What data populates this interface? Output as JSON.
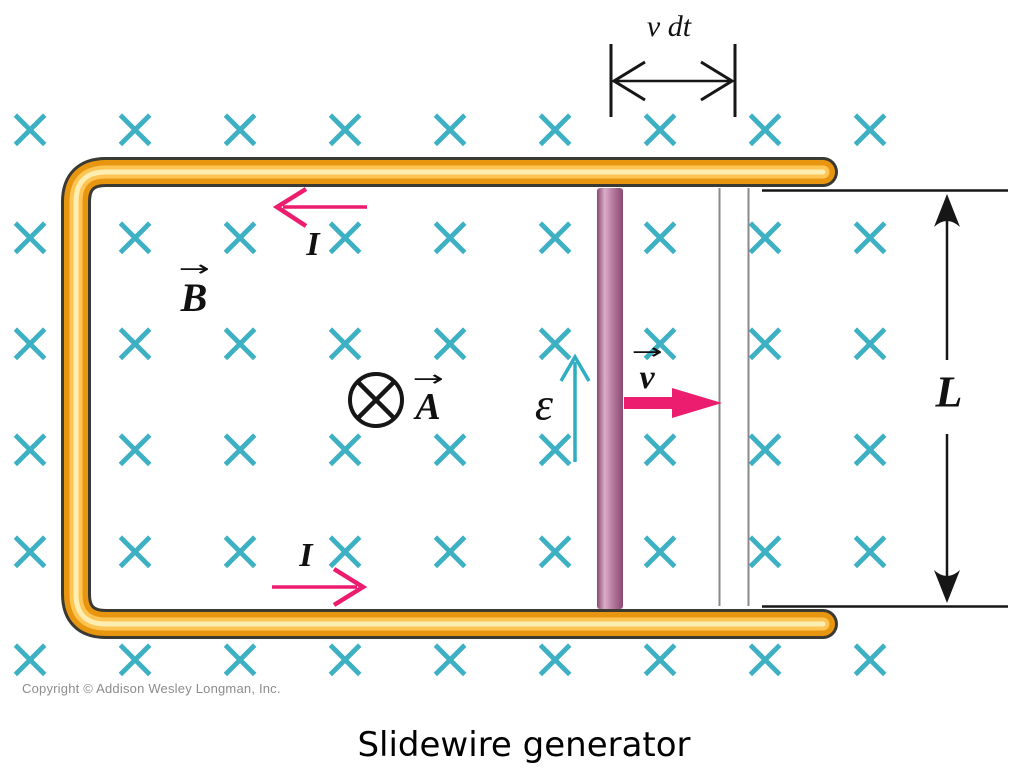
{
  "figure": {
    "caption": "Slidewire generator",
    "copyright": "Copyright © Addison Wesley Longman, Inc."
  },
  "labels": {
    "displacement": "v dt",
    "current_top": "I",
    "current_bottom": "I",
    "magnetic_field": "B",
    "area": "A",
    "emf": "ε",
    "velocity": "v",
    "length": "L"
  },
  "symbols": {
    "vector_arrow": "→",
    "field_into_page": "×",
    "area_into_page": "⊗"
  },
  "field_grid": {
    "cols": [
      30,
      135,
      240,
      345,
      450,
      555,
      660,
      765,
      870
    ],
    "rows": [
      128,
      236,
      342,
      448,
      550,
      658
    ]
  },
  "colors": {
    "field_cyan": "#3eb0c4",
    "arrow_pink": "#ec1c6e",
    "emf_cyan": "#2fadc2",
    "annotation_ink": "#161616",
    "ghost_line_gray": "#8a8a8a",
    "rail_outline": "#3a3a32",
    "rail_gold_dark": "#e8960f",
    "rail_gold_mid": "#ffc554",
    "rail_gold_highlight": "#ffeeb2",
    "slide_bar_edge": "#8a4871",
    "slide_bar_highlight": "#dcaec9",
    "copyright_gray": "#8c8c8c"
  }
}
